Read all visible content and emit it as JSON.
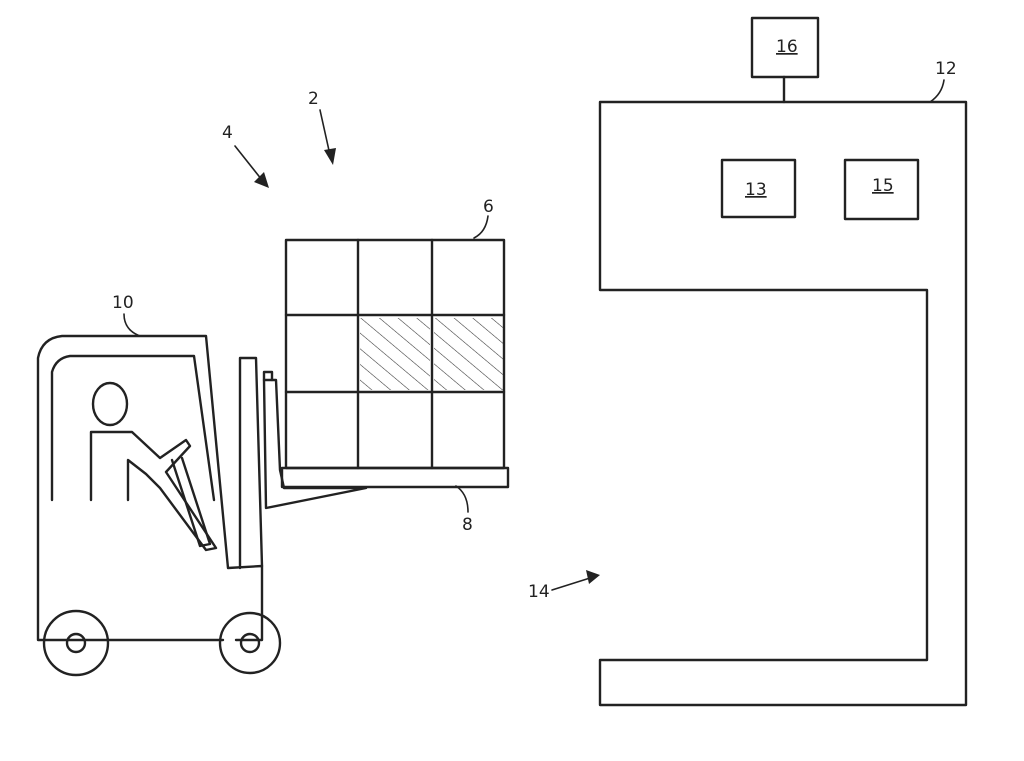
{
  "labels": {
    "system": "2",
    "station": "4",
    "goods": "6",
    "pallet": "8",
    "forklift": "10",
    "wrapper": "12",
    "unit_a": "13",
    "opening": "14",
    "unit_b": "15",
    "unit_top": "16"
  }
}
